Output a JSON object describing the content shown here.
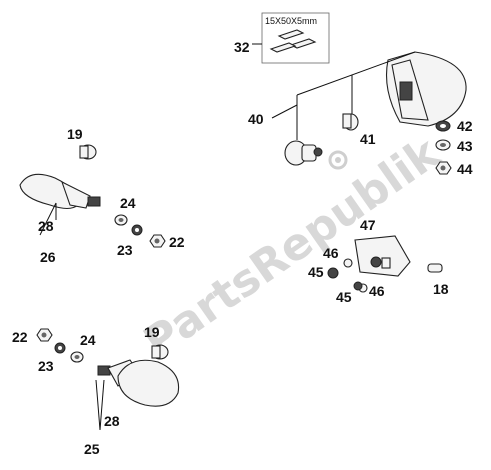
{
  "diagram": {
    "watermark": "PartsRepublik",
    "size_note": "15X50X5mm",
    "labels": {
      "l32": "32",
      "l40": "40",
      "l41": "41",
      "l42": "42",
      "l43": "43",
      "l44": "44",
      "l19a": "19",
      "l24a": "24",
      "l28a": "28",
      "l26": "26",
      "l23a": "23",
      "l22a": "22",
      "l47": "47",
      "l46a": "46",
      "l45a": "45",
      "l18": "18",
      "l45b": "45",
      "l46b": "46",
      "l22b": "22",
      "l24b": "24",
      "l23b": "23",
      "l19b": "19",
      "l28b": "28",
      "l25": "25"
    }
  }
}
